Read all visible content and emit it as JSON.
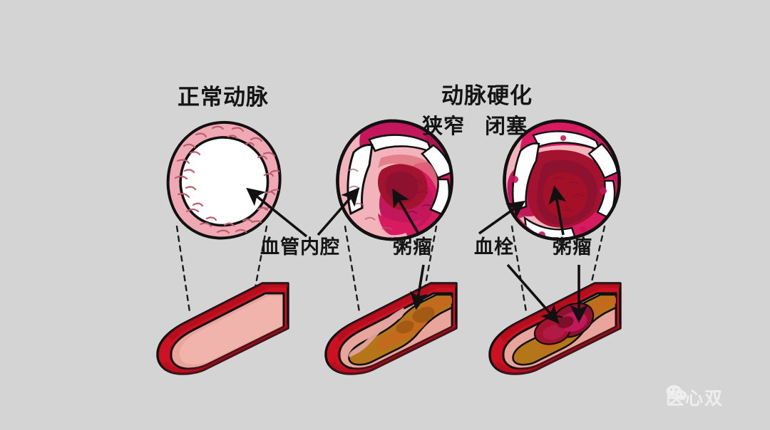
{
  "background_color": "#d4d4d4",
  "diagram": {
    "type": "medical-illustration",
    "subject": "Arterial cross-sections and longitudinal vessel views comparing a normal artery with atherosclerotic stenosis and occlusion",
    "titles": {
      "normal_artery": "正常动脉",
      "atherosclerosis": "动脉硬化",
      "stenosis": "狭窄",
      "occlusion": "闭塞"
    },
    "callouts": {
      "vessel_lumen": "血管内腔",
      "atheroma_stenosis": "粥瘤",
      "thrombus": "血栓",
      "atheroma_occlusion": "粥瘤"
    },
    "panels": [
      {
        "name": "normal",
        "title": "正常动脉",
        "cross_section": "open white lumen with pink arterial wall",
        "tube": "patent vessel with smooth pink intima"
      },
      {
        "name": "stenosis",
        "title": "狭窄",
        "cross_section": "crescent narrowed lumen with magenta atheroma",
        "tube": "ochre plaque narrowing the channel"
      },
      {
        "name": "occlusion",
        "title": "闭塞",
        "cross_section": "lumen fully obliterated by plaque and thrombus",
        "tube": "ochre plaque plus dark red thrombus blocking flow"
      }
    ]
  },
  "colors": {
    "background": "#d4d4d4",
    "wall_pink": "#f0a8b4",
    "wall_pink_light": "#f5c3cc",
    "lumen_white": "#ffffff",
    "magenta_deep": "#c2185b",
    "magenta_bright": "#d81b60",
    "crimson_dark": "#8e1230",
    "plaque_ochre": "#b5761a",
    "plaque_orange": "#c4691d",
    "vessel_red": "#cc1122",
    "vessel_red_dark": "#a50d1c",
    "intima_pink": "#e9a59c",
    "outline": "#111111",
    "label_text": "#141414",
    "watermark": "#ffffff"
  },
  "watermark": {
    "text": "医心双",
    "icon": "wechat-icon"
  }
}
